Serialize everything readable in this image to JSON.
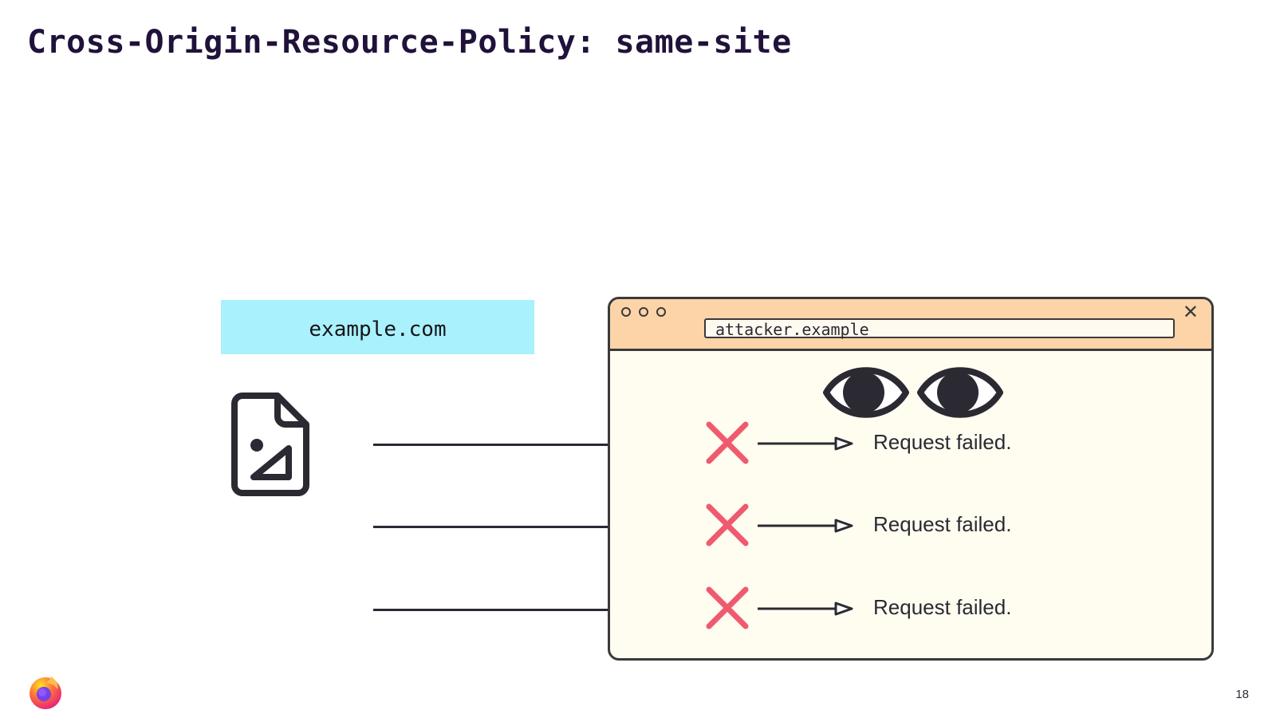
{
  "slide": {
    "title": "Cross-Origin-Resource-Policy: same-site",
    "page_number": "18"
  },
  "origin": {
    "label": "example.com",
    "color": "#a9f1fc",
    "icon": "image-file-icon"
  },
  "browser": {
    "url": "attacker.example",
    "titlebar_color": "#fdd4a8",
    "content_color": "#fffdf0",
    "window_controls": [
      "circle",
      "circle",
      "circle"
    ],
    "close_icon": "close-icon",
    "watcher_icon": "eyes-icon"
  },
  "requests": [
    {
      "status_icon": "x-icon",
      "result": "Request failed."
    },
    {
      "status_icon": "x-icon",
      "result": "Request failed."
    },
    {
      "status_icon": "x-icon",
      "result": "Request failed."
    }
  ],
  "colors": {
    "title": "#20123a",
    "fail": "#f05a6e",
    "ink": "#2b2a33"
  },
  "logo": "firefox-logo"
}
